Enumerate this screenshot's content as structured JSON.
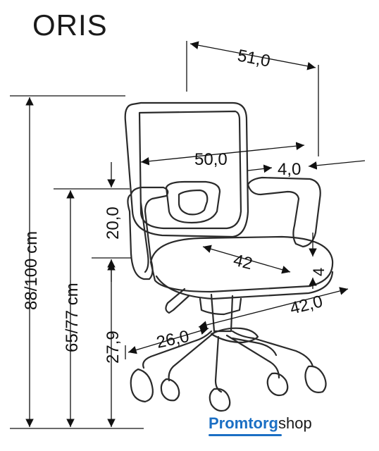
{
  "product": {
    "name": "ORIS"
  },
  "dimensions": {
    "overall_width": "51,0",
    "armrest_width": "50,0",
    "armrest_depth": "4,0",
    "back_height": "20,0",
    "seat_depth": "42",
    "seat_thickness": "4",
    "seat_width": "42,0",
    "base_radius": "26,0",
    "seat_low": "27,9",
    "seat_height": "65/77 cm",
    "total_height": "88/100 cm"
  },
  "brand": {
    "part1": "Promtorg",
    "part2": "shop",
    "accent_color": "#1b6fc4"
  },
  "colors": {
    "line": "#1a1a1a",
    "arrow": "#111111",
    "chair_stroke": "#2a2a2a"
  }
}
